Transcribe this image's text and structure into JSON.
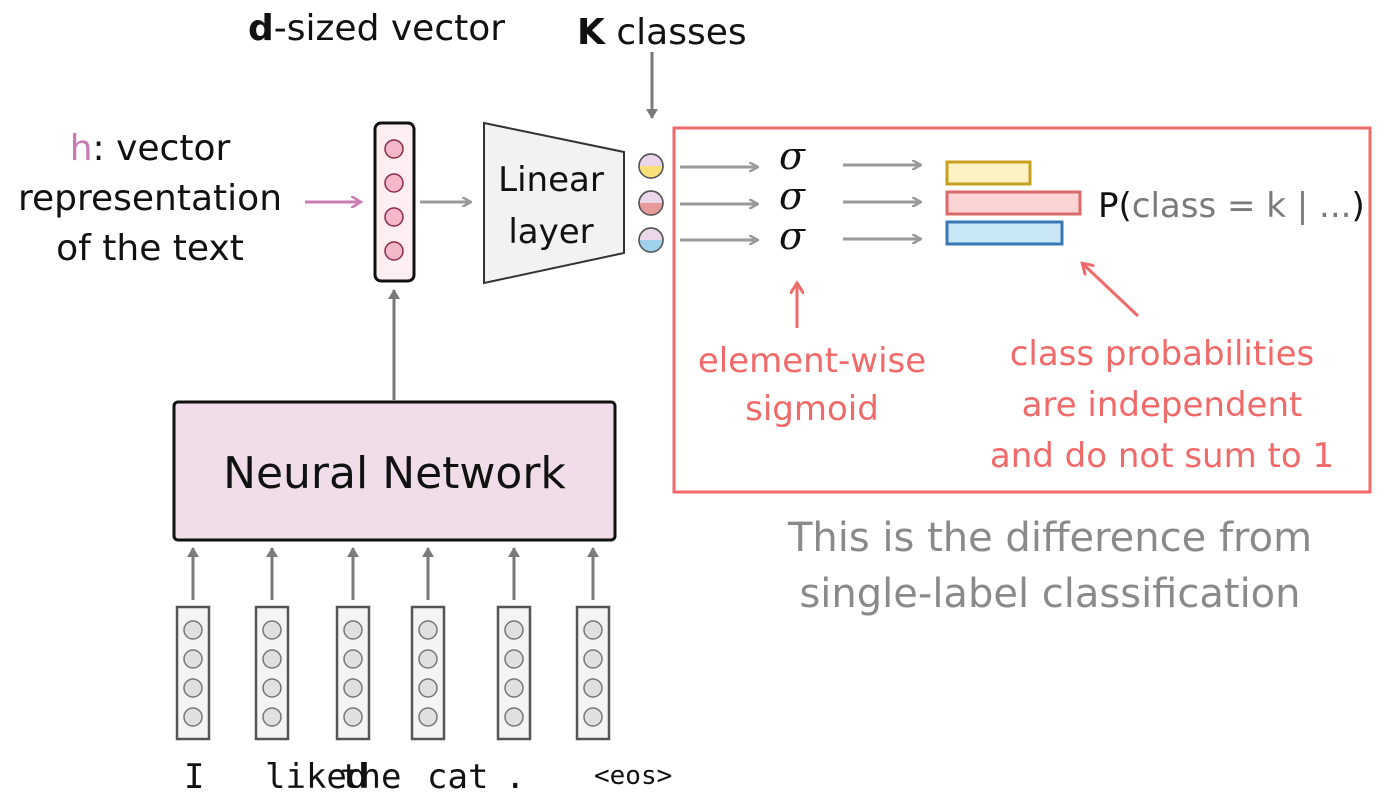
{
  "top_labels": {
    "d_bold": "d",
    "d_rest": "-sized vector",
    "k_bold": "K",
    "k_rest": " classes"
  },
  "h_label": {
    "h": "h",
    "line1_rest": ": vector",
    "line2": "representation",
    "line3": "of the text"
  },
  "linear_layer": {
    "line1": "Linear",
    "line2": "layer"
  },
  "sigma_symbol": "σ",
  "probability_label": {
    "prefix": "P(",
    "inner": "class = k | ...",
    "suffix": ")"
  },
  "annotations": {
    "sigmoid_line1": "element-wise",
    "sigmoid_line2": "sigmoid",
    "probs_line1": "class probabilities",
    "probs_line2": "are independent",
    "probs_line3": "and do not sum to 1"
  },
  "neural_network_label": "Neural Network",
  "footnote": {
    "line1": "This is the difference from",
    "line2": "single-label classification"
  },
  "input_tokens": [
    "I",
    "liked",
    "the",
    "cat",
    ".",
    "<eos>"
  ],
  "probability_bars": [
    {
      "class": "yellow",
      "value": 0.45,
      "fill": "#fdf2c4",
      "stroke": "#c8a020"
    },
    {
      "class": "red",
      "value": 0.72,
      "fill": "#fcd3d3",
      "stroke": "#d96a6a"
    },
    {
      "class": "blue",
      "value": 0.62,
      "fill": "#c8e6f5",
      "stroke": "#3a78b5"
    }
  ],
  "colors": {
    "accent_red": "#f06a6a",
    "h_pink": "#c97bb4",
    "nn_fill": "#f0dde9",
    "gray_text": "#8a8a8a",
    "arrow_gray": "#9a9a9a"
  }
}
